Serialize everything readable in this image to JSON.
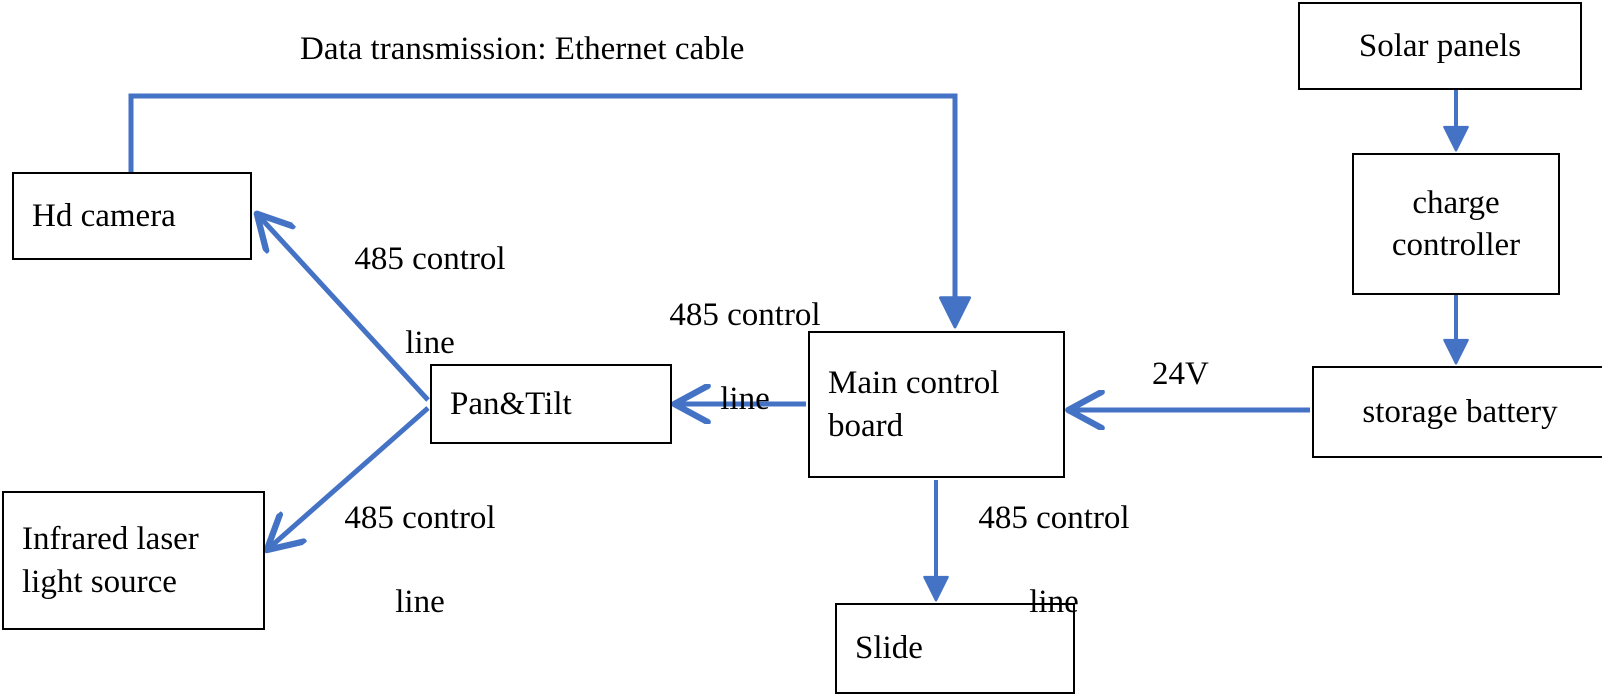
{
  "diagram": {
    "title_note": "Data transmission: Ethernet cable",
    "accent_color": "#4472C4",
    "stroke_color": "#000000",
    "background_color": "#FFFFFF",
    "nodes": [
      {
        "id": "hd-camera",
        "label": "Hd camera"
      },
      {
        "id": "pan-tilt",
        "label": "Pan&Tilt"
      },
      {
        "id": "infrared-laser",
        "label": "Infrared  laser\nlight source"
      },
      {
        "id": "main-control",
        "label": "Main  control\nboard"
      },
      {
        "id": "slide",
        "label": "Slide"
      },
      {
        "id": "solar-panels",
        "label": "Solar panels"
      },
      {
        "id": "charge-controller",
        "label": "charge\ncontroller"
      },
      {
        "id": "storage-battery",
        "label": "storage battery"
      }
    ],
    "edge_labels": {
      "ethernet": "Data transmission: Ethernet cable",
      "camera_485": "485 control\n\nline",
      "laser_485": "485 control\n\nline",
      "pantilt_485": "485 control\n\nline",
      "slide_485": "485 control\n\nline",
      "voltage": "24V"
    }
  }
}
